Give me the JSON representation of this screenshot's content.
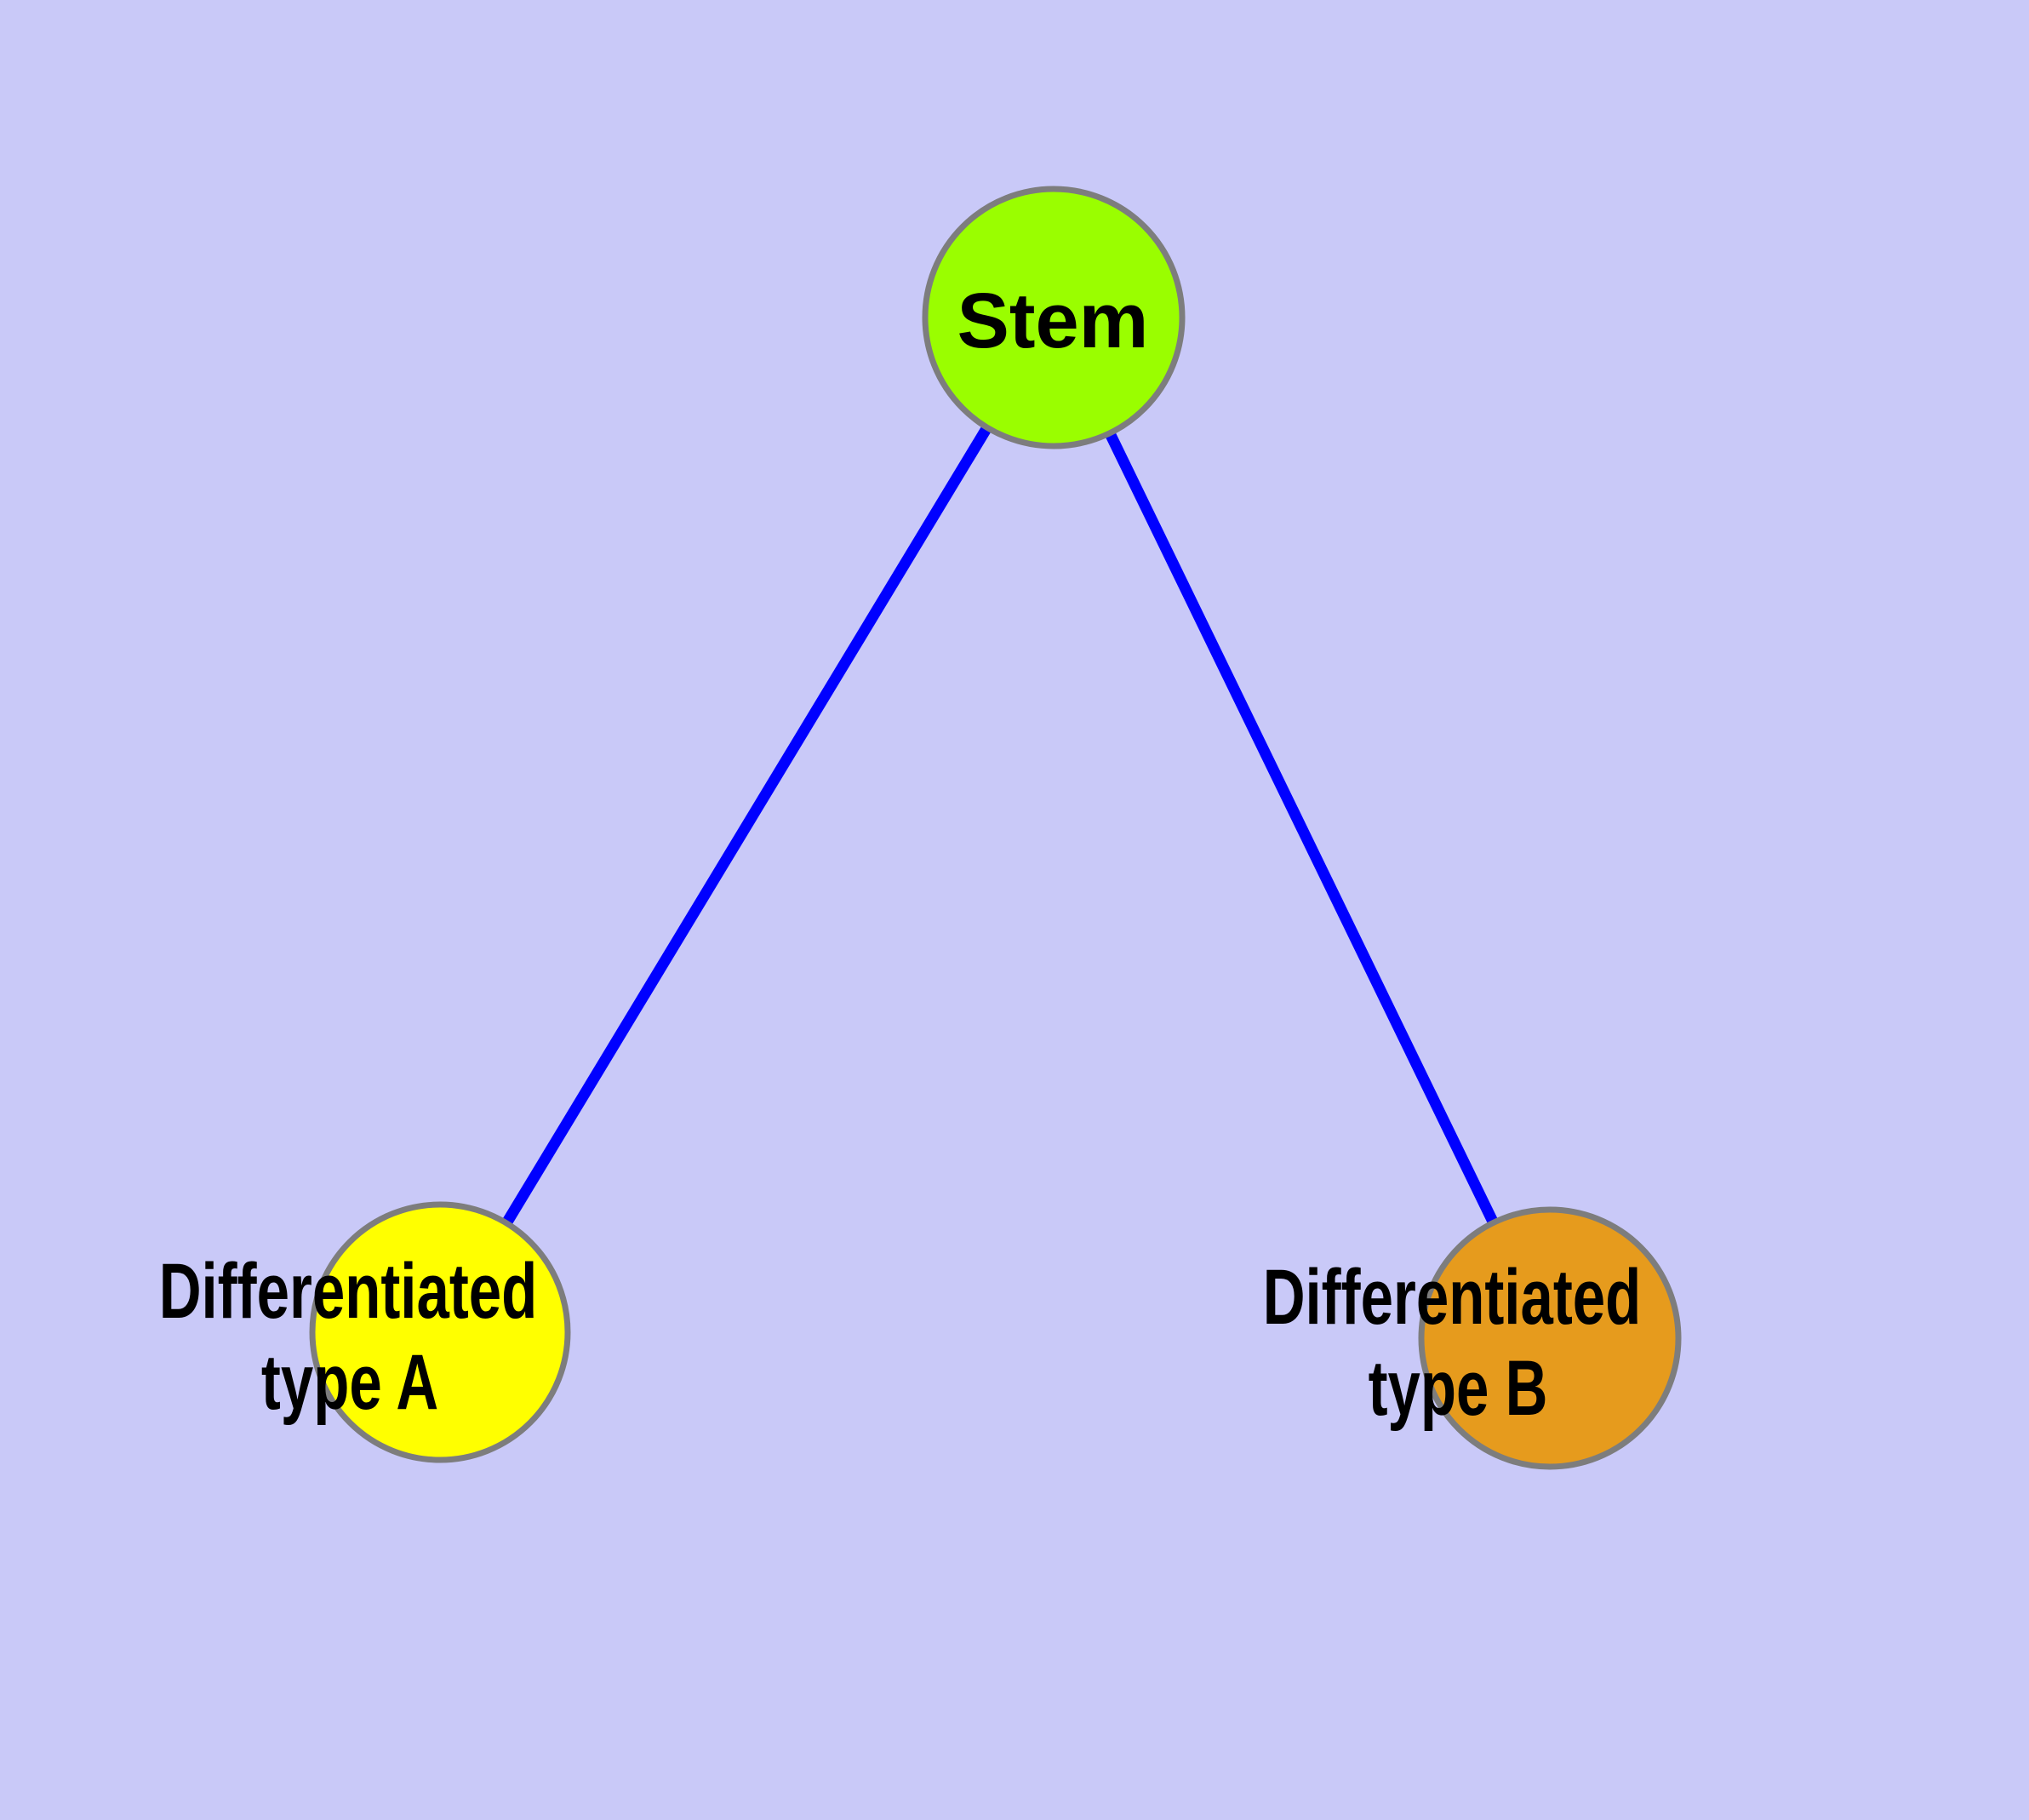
{
  "diagram": {
    "background_color": "#c9c9f8",
    "edge_color": "#0000ff",
    "node_border_color": "#7d7d7d",
    "text_color": "#000000",
    "nodes": {
      "stem": {
        "label": "Stem",
        "fill": "#9afe00"
      },
      "type_a": {
        "label_line1": "Differentiated",
        "label_line2": "type A",
        "fill": "#ffff00"
      },
      "type_b": {
        "label_line1": "Differentiated",
        "label_line2": "type B",
        "fill": "#e69b1d"
      }
    },
    "edges": [
      {
        "from": "Stem",
        "to": "Differentiated type A"
      },
      {
        "from": "Stem",
        "to": "Differentiated type B"
      }
    ]
  }
}
